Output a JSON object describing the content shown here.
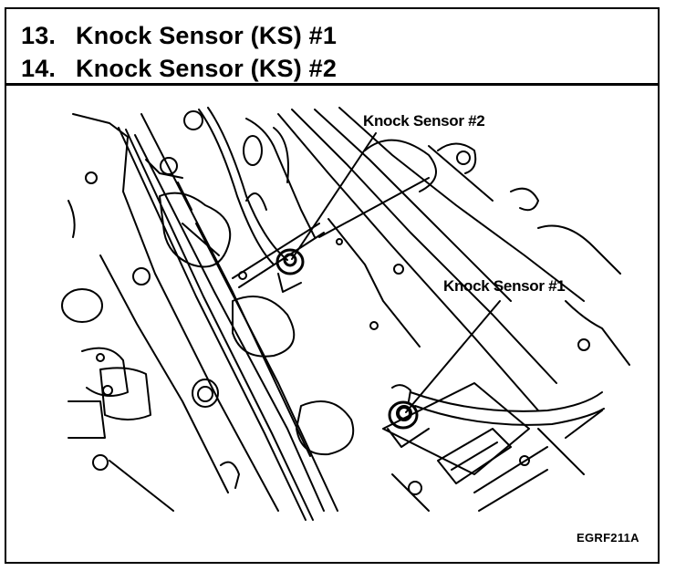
{
  "figure": {
    "legend": [
      {
        "number": "13.",
        "label": "Knock Sensor (KS) #1"
      },
      {
        "number": "14.",
        "label": "Knock Sensor (KS) #2"
      }
    ],
    "callouts": {
      "sensor_2": "Knock Sensor #2",
      "sensor_1": "Knock Sensor #1"
    },
    "figure_id": "EGRF211A",
    "colors": {
      "ink": "#000000",
      "paper": "#ffffff"
    }
  }
}
